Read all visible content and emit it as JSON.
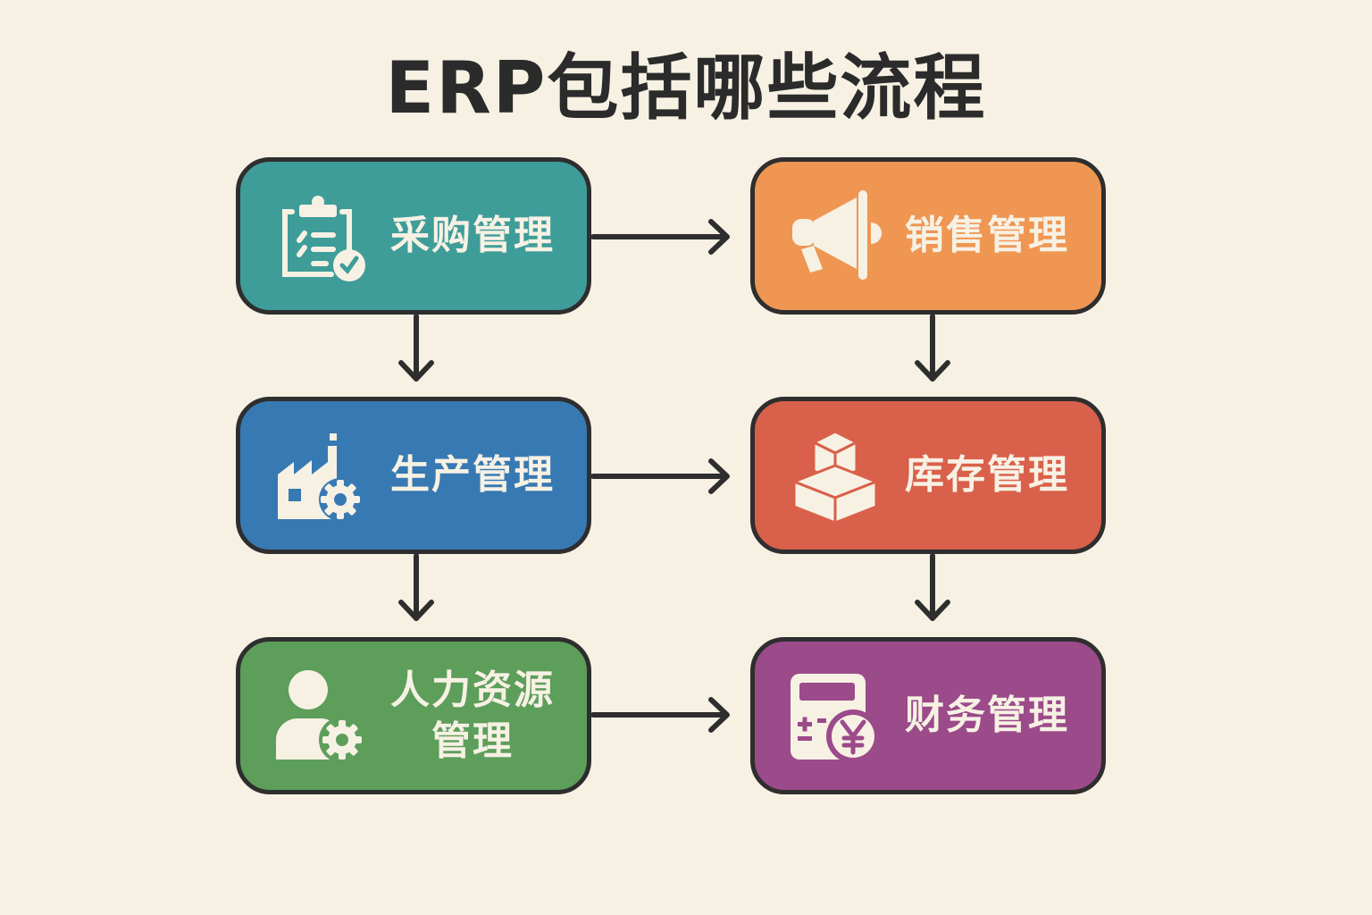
{
  "title": "ERP包括哪些流程",
  "colors": {
    "background": "#f7f1e4",
    "text": "#2b2b2b",
    "purchase": "#3e9d99",
    "sales": "#ef9652",
    "production": "#3779b3",
    "inventory": "#d9604a",
    "hr": "#5d9e5a",
    "finance": "#9b4a8a"
  },
  "nodes": {
    "purchase": {
      "label": "采购管理",
      "icon": "clipboard-check-icon"
    },
    "sales": {
      "label": "销售管理",
      "icon": "megaphone-icon"
    },
    "production": {
      "label": "生产管理",
      "icon": "factory-gear-icon"
    },
    "inventory": {
      "label": "库存管理",
      "icon": "boxes-icon"
    },
    "hr": {
      "label_line1": "人力资源",
      "label_line2": "管理",
      "icon": "user-gear-icon"
    },
    "finance": {
      "label": "财务管理",
      "icon": "calculator-yen-icon"
    }
  },
  "edges": [
    {
      "from": "采购管理",
      "to": "销售管理"
    },
    {
      "from": "采购管理",
      "to": "生产管理"
    },
    {
      "from": "销售管理",
      "to": "库存管理"
    },
    {
      "from": "生产管理",
      "to": "库存管理"
    },
    {
      "from": "生产管理",
      "to": "人力资源管理"
    },
    {
      "from": "库存管理",
      "to": "财务管理"
    },
    {
      "from": "人力资源管理",
      "to": "财务管理"
    }
  ]
}
